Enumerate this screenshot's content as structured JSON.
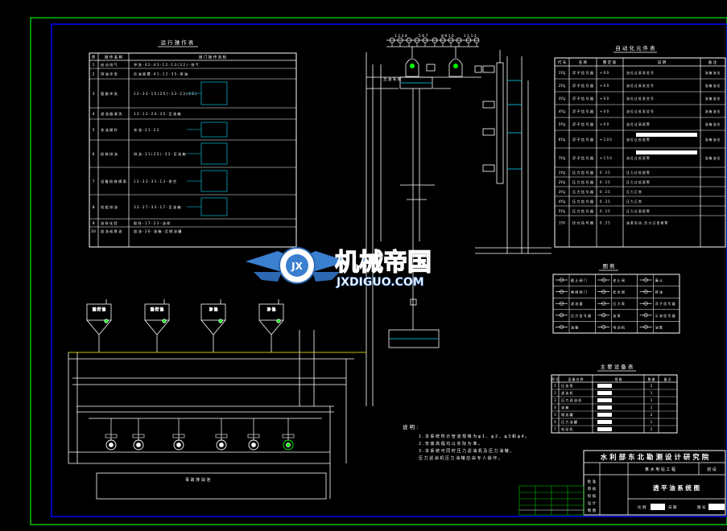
{
  "colors": {
    "background": "#000000",
    "outer_border": "#00c000",
    "inner_border": "#0000ff",
    "lines": "#ffffff",
    "pipe": "#ffff00",
    "accent_cyan": "#00e0ff",
    "accent_green": "#00ff00",
    "accent_magenta": "#ff00ff",
    "watermark_blue": "#3a7fd0"
  },
  "operation_table": {
    "title": "运 行 操 作 表",
    "headers": [
      "序",
      "操 作 名 称",
      "阀 门 操 作 流 程"
    ],
    "rows": [
      {
        "no": "1",
        "name": "启 动 排 气",
        "flow": "冲 洗 - 4 2 - 4 3 - 1 2 - 1 3 ( 2 2 ) - 排 气"
      },
      {
        "no": "2",
        "name": "排 油 冲 洗",
        "flow": "压 油 装 置 - 4 1 - 1 2 - 3 5 - 排 油"
      },
      {
        "no": "3",
        "name": "管 路 冲 洗",
        "flow": "1 2 - 3 3 - 1 5 ( 2 5 ) - 3 3 - 2 3 ( 2 2 )"
      },
      {
        "no": "4",
        "name": "滤 油 器 清 洗",
        "flow": "1 2 - 1 3 - 2 4 - 3 5 - 至 油 箱"
      },
      {
        "no": "5",
        "name": "充 油 操 作",
        "flow": "充 油 - 2 1 - 2 2"
      },
      {
        "no": "6",
        "name": "检 修 排 油",
        "flow": "排 油 - 3 1 ( 2 5 ) - 3 3 - 至 油 箱"
      },
      {
        "no": "7",
        "name": "设 备 检 修 隔 离",
        "flow": "1 2 - 2 3 - 3 1 - 1 3 - 排 空"
      },
      {
        "no": "8",
        "name": "机 组 排 油",
        "flow": "3 2 - 2 7 - 3 3 - 1 7 - 至 油 箱"
      },
      {
        "no": "9",
        "name": "油 样 化 验",
        "flow": "取 样 - 1 7 - 2 3 - 油 样"
      },
      {
        "no": "10",
        "name": "加 油 或 换 油",
        "flow": "加 油 - 2 6 - 油 箱 - 至 储 油 罐"
      }
    ]
  },
  "component_table": {
    "title": "自 动 化 元 件 表",
    "headers": [
      "代 号",
      "名 称",
      "整 定 值",
      "说   明",
      "备 注"
    ],
    "rows": [
      {
        "code": "1YLJ",
        "name": "浮 子 信 号 器",
        "value": "+ 0 0",
        "note": "油 位 过 高 发 信 号",
        "remark": "油 箱 油 位"
      },
      {
        "code": "2YLJ",
        "name": "浮 子 信 号 器",
        "value": "+ 0 0",
        "note": "油 位 过 高 发 信 号",
        "remark": "油 箱 油 位"
      },
      {
        "code": "3YLJ",
        "name": "浮 子 信 号 器",
        "value": "+ 0 0",
        "note": "油 位 过 低 发 信 号",
        "remark": "油 箱 油 位"
      },
      {
        "code": "4YLJ",
        "name": "浮 子 信 号 器",
        "value": "+ 0 0",
        "note": "油 位 过 低 发 信 号",
        "remark": "油 箱 油 位"
      },
      {
        "code": "5YLJ",
        "name": "浮 子 信 号 器",
        "value": "+ 0 0",
        "note": "油 位 过 高 报 警",
        "remark": "油 箱 油 位"
      },
      {
        "code": "6YLJ",
        "name": "浮 子 信 号 器",
        "value": "+ 1 0 0",
        "note": "油 位 过 低 报 警",
        "remark": "油 箱 油 位"
      },
      {
        "code": "7YLJ",
        "name": "浮 子 信 号 器",
        "value": "+ 1 5 0",
        "note": "油 位 过 低 报 警",
        "remark": "油 箱 油 位"
      },
      {
        "code": "1YLJ",
        "name": "压 力 信 号 器",
        "value": "0 . 3 5",
        "note": "压 力 过 低 报 警",
        "remark": ""
      },
      {
        "code": "2YLJ",
        "name": "压 力 信 号 器",
        "value": "0 . 3 5",
        "note": "压 力 过 低 报 警",
        "remark": ""
      },
      {
        "code": "3YLJ",
        "name": "压 力 信 号 器",
        "value": "0 . 3 5",
        "note": "压 力 正 常",
        "remark": ""
      },
      {
        "code": "4YLJ",
        "name": "压 力 信 号 器",
        "value": "0 . 3 5",
        "note": "压 力 正 常",
        "remark": ""
      },
      {
        "code": "5YLJ",
        "name": "压 力 信 号 器",
        "value": "0 . 3 5",
        "note": "压 力 过 高 报 警",
        "remark": ""
      },
      {
        "code": "1YX",
        "name": "压 力 信 号 器",
        "value": "0 . 3 5",
        "note": "油 泵 启 动 , 压 力 过 低 报 警",
        "remark": ""
      }
    ]
  },
  "legend": {
    "title": "图 例",
    "items": [
      {
        "icon": "valve-icon",
        "label": "截 止 阀 门"
      },
      {
        "icon": "check-valve-icon",
        "label": "逆 止 阀"
      },
      {
        "icon": "funnel-icon",
        "label": "漏 斗"
      },
      {
        "icon": "gate-valve-icon",
        "label": "闸 阀 阀 门"
      },
      {
        "icon": "relief-valve-icon",
        "label": "安 全 阀"
      },
      {
        "icon": "drain-icon",
        "label": "排 油"
      },
      {
        "icon": "filter-icon",
        "label": "滤 油 器"
      },
      {
        "icon": "pressure-gauge-icon",
        "label": "压 力 表"
      },
      {
        "icon": "level-icon",
        "label": "浮 子 信 号 器"
      },
      {
        "icon": "pressure-switch-icon",
        "label": "压 力 信 号 器"
      },
      {
        "icon": "pump-icon",
        "label": "油 泵"
      },
      {
        "icon": "flow-switch-icon",
        "label": "示 流 信 号 器"
      },
      {
        "icon": "tank-icon",
        "label": "油 箱"
      },
      {
        "icon": "motor-icon",
        "label": "电 动 机"
      },
      {
        "icon": "pipe-icon",
        "label": "油 管"
      }
    ]
  },
  "equipment_table": {
    "title": "主 要 设 备 表",
    "headers": [
      "序 号",
      "设 备 名 称",
      "规 格",
      "数 量",
      "备 注"
    ],
    "rows": [
      {
        "no": "1",
        "name": "压 油 泵",
        "qty": "2"
      },
      {
        "no": "2",
        "name": "滤 油 机",
        "qty": "1"
      },
      {
        "no": "3",
        "name": "压 力 滤 油 机",
        "qty": "1"
      },
      {
        "no": "4",
        "name": "油 箱",
        "qty": "1"
      },
      {
        "no": "5",
        "name": "储 油 罐",
        "qty": "2"
      },
      {
        "no": "6",
        "name": "压 力 油 罐",
        "qty": "1"
      },
      {
        "no": "7",
        "name": "电 动 机",
        "qty": "2"
      }
    ]
  },
  "notes": {
    "title": "说 明 :",
    "lines": [
      "1 . 本 系 统 所 示 管 道 规 格 为 φ 1 、 φ 2 、 φ 3 和 φ 4 。",
      "2 . 安 装 高 程 均 以 实 际 为 准 。",
      "3 . 本 系 统 可 同 时 压 力 滤 油 机 及 压 力 油 罐 。",
      "   压 力 滤 油 机 压 力 油 罐 应 由 专 人 操 作 。"
    ]
  },
  "diagram_labels": {
    "tank_bottom": "事 故 排 油 池",
    "header_pipe": "至 油 系 统",
    "top_tags": [
      "1 2 3 4",
      "5 6 7",
      "8 9 1 0",
      "1 1 1 2"
    ],
    "storage_tanks": [
      "运 行 油",
      "运 行 油",
      "净 油",
      "净 油"
    ]
  },
  "title_block": {
    "institute": "水 利 部 东 北 勘 测 设 计 研 究 院",
    "drawing_title": "透 平 油 系 统 图",
    "project": "某 水 电 站 工 程",
    "stage": "初 设",
    "roles": [
      "批 准",
      "审 核",
      "校 核",
      "设 计",
      "制 图"
    ],
    "scale_label": "比 例",
    "date_label": "日 期",
    "drawing_no_label": "图 号"
  },
  "watermark": {
    "text_cn": "机械帝国",
    "text_en": "JXDIGUO.COM",
    "logo": "JX"
  }
}
